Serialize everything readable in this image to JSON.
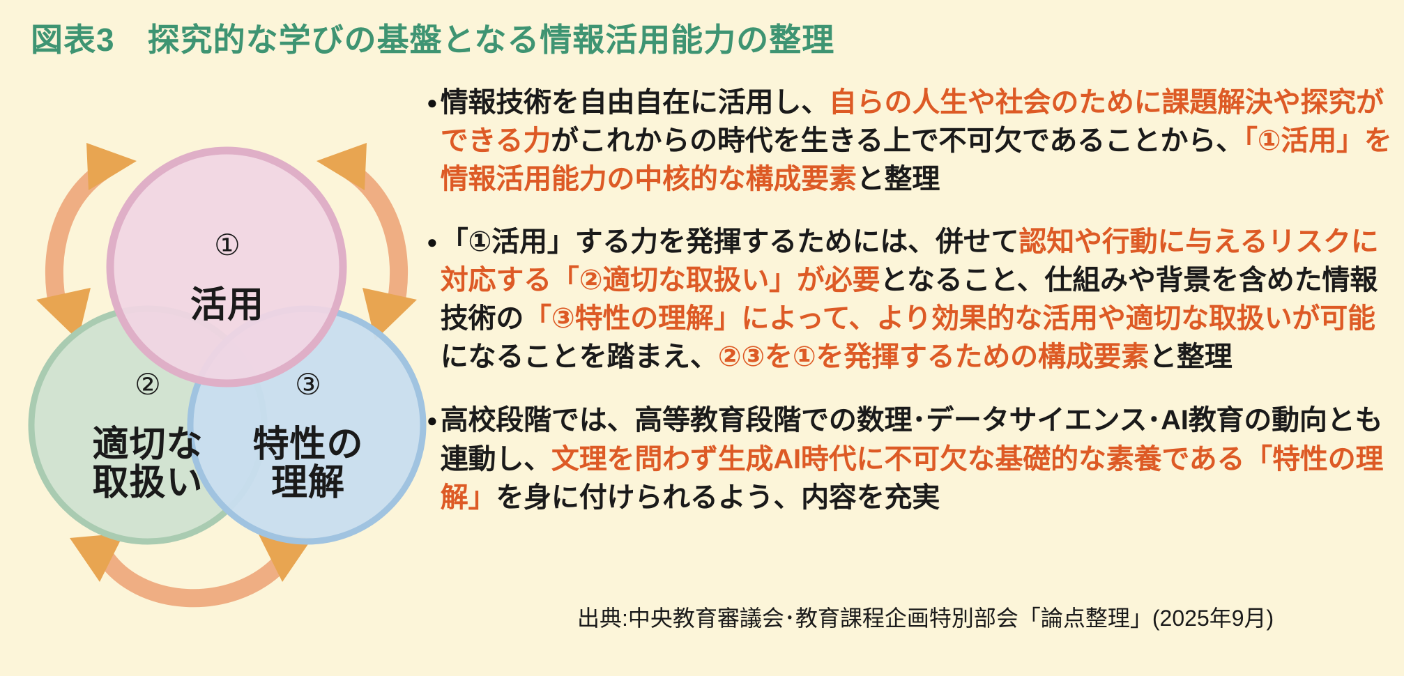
{
  "figure": {
    "title": "図表3　探究的な学びの基盤となる情報活用能力の整理",
    "background_color": "#FCF5D9",
    "title_color": "#3E9472",
    "highlight_color": "#DD5A25",
    "body_color": "#1A1A1A"
  },
  "diagram": {
    "type": "venn",
    "arrow_color_head": "#E8A551",
    "arrow_color_shaft": "#EFAE83",
    "circles": [
      {
        "id": "katsuyou",
        "number": "①",
        "label": "活用",
        "fill": "#F1D5E3",
        "stroke": "#DFAFC7",
        "position": "top-center"
      },
      {
        "id": "tekisetsu",
        "number": "②",
        "label": "適切な\n取扱い",
        "fill": "#D2E3D1",
        "stroke": "#A9CBB1",
        "position": "bottom-left"
      },
      {
        "id": "tokusei",
        "number": "③",
        "label": "特性の\n理解",
        "fill": "#C8DDEF",
        "stroke": "#A0C3E0",
        "position": "bottom-right"
      }
    ],
    "arrows": [
      {
        "id": "arrow-left",
        "between": "①-②",
        "double_headed": true
      },
      {
        "id": "arrow-right",
        "between": "①-③",
        "double_headed": true
      },
      {
        "id": "arrow-bottom",
        "between": "②-③",
        "double_headed": true
      }
    ]
  },
  "bullets": [
    {
      "id": "bullet-1",
      "marker": "●",
      "segments": [
        {
          "text": "情報技術を自由自在に活用し、",
          "highlight": false
        },
        {
          "text": "自らの人生や社会のために課題解決や探究ができる力",
          "highlight": true
        },
        {
          "text": "がこれからの時代を生きる上で不可欠であることから、",
          "highlight": false
        },
        {
          "text": "「①活用」を情報活用能力の中核的な構成要素",
          "highlight": true
        },
        {
          "text": "と整理",
          "highlight": false
        }
      ]
    },
    {
      "id": "bullet-2",
      "marker": "●",
      "segments": [
        {
          "text": "「①活用」する力を発揮するためには、併せて",
          "highlight": false
        },
        {
          "text": "認知や行動に与えるリスクに対応する「②適切な取扱い」が必要",
          "highlight": true
        },
        {
          "text": "となること、仕組みや背景を含めた情報技術の",
          "highlight": false
        },
        {
          "text": "「③特性の理解」によって、より効果的な活用や適切な取扱いが可能",
          "highlight": true
        },
        {
          "text": "になることを踏まえ、",
          "highlight": false
        },
        {
          "text": "②③を①を発揮するための構成要素",
          "highlight": true
        },
        {
          "text": "と整理",
          "highlight": false
        }
      ]
    },
    {
      "id": "bullet-3",
      "marker": "●",
      "segments": [
        {
          "text": "高校段階では、高等教育段階での数理･データサイエンス･AI教育の動向とも連動し、",
          "highlight": false
        },
        {
          "text": "文理を問わず生成AI時代に不可欠な基礎的な素養である「特性の理解」",
          "highlight": true
        },
        {
          "text": "を身に付けられるよう、内容を充実",
          "highlight": false
        }
      ]
    }
  ],
  "source": "出典:中央教育審議会･教育課程企画特別部会「論点整理」(2025年9月)"
}
